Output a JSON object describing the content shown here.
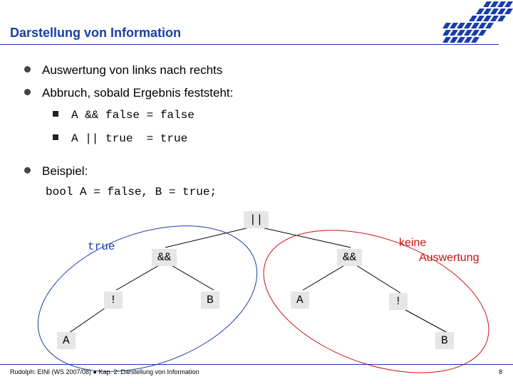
{
  "header": {
    "title": "Darstellung von Information"
  },
  "bullets": {
    "b1": "Auswertung von links nach rechts",
    "b2": "Abbruch, sobald Ergebnis feststeht:",
    "sub1": "A && false = false",
    "sub2": "A || true  = true",
    "b3": "Beispiel:"
  },
  "code": {
    "line": "bool A = false, B = true;"
  },
  "tree": {
    "root": "||",
    "left_op": "&&",
    "right_op": "&&",
    "not_left": "!",
    "b_left": "B",
    "a_left": "A",
    "a_right": "A",
    "not_right": "!",
    "b_right": "B",
    "true_label": "true",
    "keine_label": "keine",
    "auswertung_label": "Auswertung"
  },
  "colors": {
    "blue": "#1a3ea8",
    "red": "#cc1111"
  },
  "footer": {
    "left": "Rudolph: EINI (WS 2007/08)  ●  Kap. 2: Darstellung von Information",
    "page": "8"
  }
}
